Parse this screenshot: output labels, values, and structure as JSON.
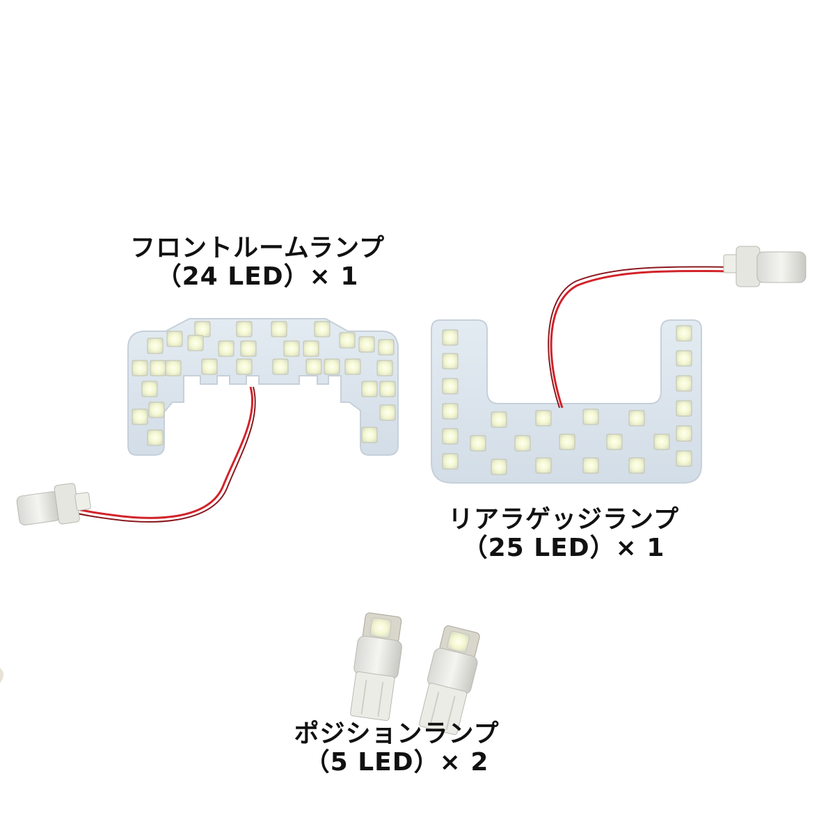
{
  "products": [
    {
      "name": "フロントルームランプ",
      "spec": "（24 LED）× 1"
    },
    {
      "name": "リアラゲッジランプ",
      "spec": "（25 LED）× 1"
    },
    {
      "name": "ポジションランプ",
      "spec": "（5 LED）× 2"
    }
  ]
}
